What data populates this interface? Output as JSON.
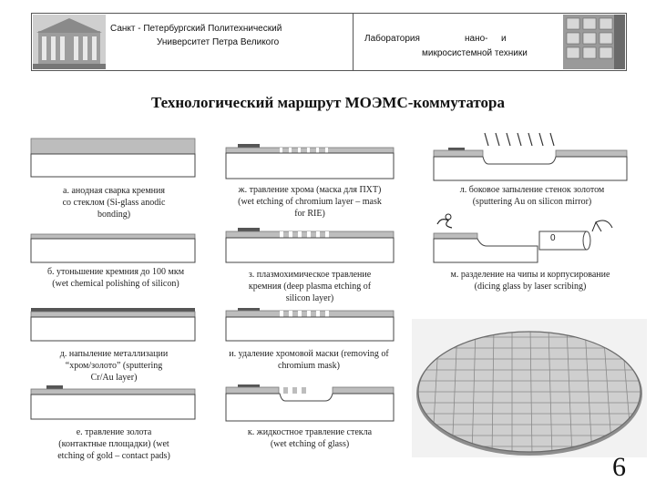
{
  "header": {
    "university_line1": "Санкт - Петербургский Политехнический",
    "university_line2": "Университет Петра Великого",
    "lab_line1_a": "Лаборатория",
    "lab_line1_b": "нано-",
    "lab_line1_c": "и",
    "lab_line2": "микросистемной техники"
  },
  "title": "Технологический маршрут МОЭМС-коммутатора",
  "steps": [
    {
      "id": "a",
      "line1": "а. анодная сварка кремния",
      "line2": "со стеклом (Si-glass anodic",
      "line3": "bonding)"
    },
    {
      "id": "b",
      "line1": "б. утоньшение кремния до 100 мкм",
      "line2": "(wet chemical polishing of silicon)",
      "line3": ""
    },
    {
      "id": "c",
      "line1": "д. напыление металлизации",
      "line2": "“хром/золото” (sputtering",
      "line3": "Cr/Au layer)"
    },
    {
      "id": "d",
      "line1": "е. травление золота",
      "line2": "(контактные площадки) (wet",
      "line3": "etching of gold – contact pads)"
    },
    {
      "id": "e",
      "line1": "ж. травление хрома (маска для ПХТ)",
      "line2": "(wet etching of chromium layer – mask",
      "line3": "for RIE)"
    },
    {
      "id": "f",
      "line1": "з. плазмохимическое травление",
      "line2": "кремния (deep plasma etching of",
      "line3": "silicon layer)"
    },
    {
      "id": "g",
      "line1": "и. удаление хромовой маски (removing of",
      "line2": "chromium mask)",
      "line3": ""
    },
    {
      "id": "h",
      "line1": "к. жидкостное травление стекла",
      "line2": "(wet etching of glass)",
      "line3": ""
    },
    {
      "id": "i",
      "line1": "л. боковое запыление стенок золотом",
      "line2": "(sputtering Au on silicon mirror)",
      "line3": ""
    },
    {
      "id": "j",
      "line1": "м. разделение на чипы и корпусирование",
      "line2": "(dicing glass by laser scribing)",
      "line3": ""
    }
  ],
  "fiber_label": "0",
  "page_number": "6",
  "colors": {
    "silicon": "#bdbdbd",
    "glass": "#ffffff",
    "metal": "#555555",
    "outline": "#444444"
  }
}
